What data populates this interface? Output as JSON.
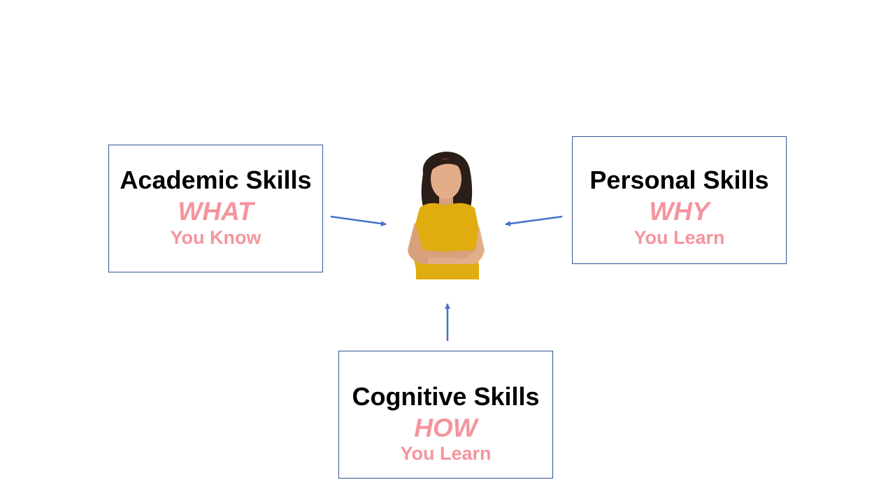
{
  "boxes": {
    "academic": {
      "title": "Academic Skills",
      "keyword": "WHAT",
      "subtitle": "You Know"
    },
    "personal": {
      "title": "Personal Skills",
      "keyword": "WHY",
      "subtitle": "You Learn"
    },
    "cognitive": {
      "title": "Cognitive Skills",
      "keyword": "HOW",
      "subtitle": "You Learn"
    }
  },
  "colors": {
    "border": "#2f5597",
    "arrow": "#4472c4",
    "accent": "#f4959d"
  }
}
